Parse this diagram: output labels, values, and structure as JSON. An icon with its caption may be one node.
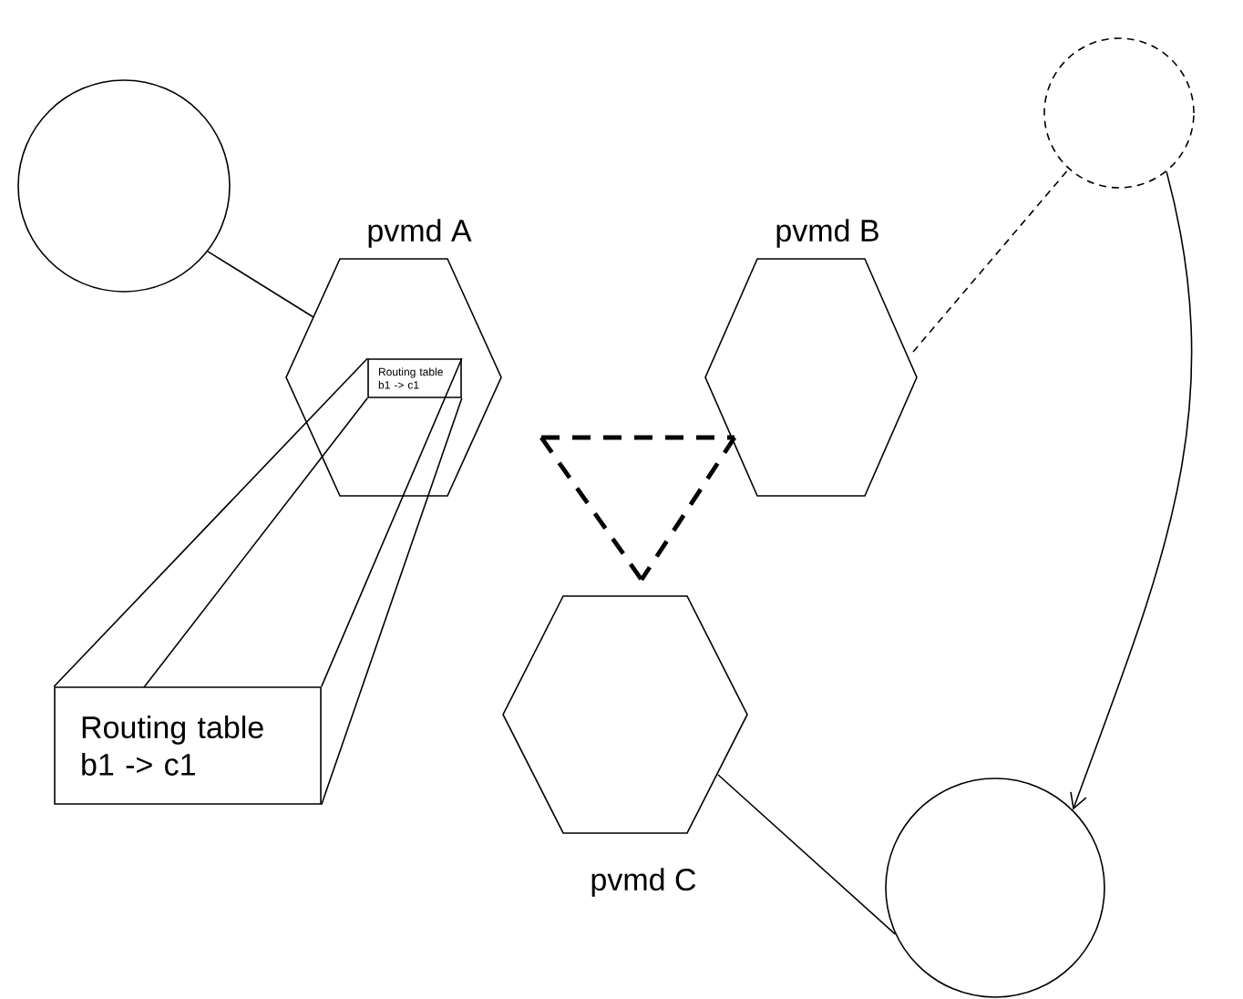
{
  "diagram": {
    "nodes": [
      {
        "text": [],
        "shape": "circle"
      },
      {
        "text": [
          "pvmd A"
        ]
      },
      {
        "text": [
          "Routing table b1 -> c1"
        ],
        "in": 1
      },
      {
        "text": [
          "pvmd B"
        ]
      },
      {
        "text": [],
        "shape": "circle"
      },
      {
        "text": [
          "pvmd C"
        ]
      },
      {
        "text": [
          "Routing table b1 -> c1"
        ]
      },
      {
        "text": [],
        "shape": "circle"
      }
    ],
    "edges": [
      {
        "from": 0,
        "to": 1,
        "arrow": "none"
      },
      {
        "from": 3,
        "to": 4,
        "arrow": "none",
        "style": "dashed"
      },
      {
        "from": 1,
        "to": 3,
        "arrow": "none",
        "style": "dashed"
      },
      {
        "from": 1,
        "to": 5,
        "arrow": "none",
        "style": "dashed"
      },
      {
        "from": 3,
        "to": 5,
        "arrow": "none",
        "style": "dashed"
      },
      {
        "from": 4,
        "to": 7,
        "arrow": "to"
      },
      {
        "from": 5,
        "to": 7,
        "arrow": "none"
      },
      {
        "from": 2,
        "to": 6,
        "arrow": "none"
      },
      {
        "from": 2,
        "to": 6,
        "arrow": "none"
      },
      {
        "from": 2,
        "to": 6,
        "arrow": "none"
      },
      {
        "from": 2,
        "to": 6,
        "arrow": "none"
      }
    ]
  }
}
